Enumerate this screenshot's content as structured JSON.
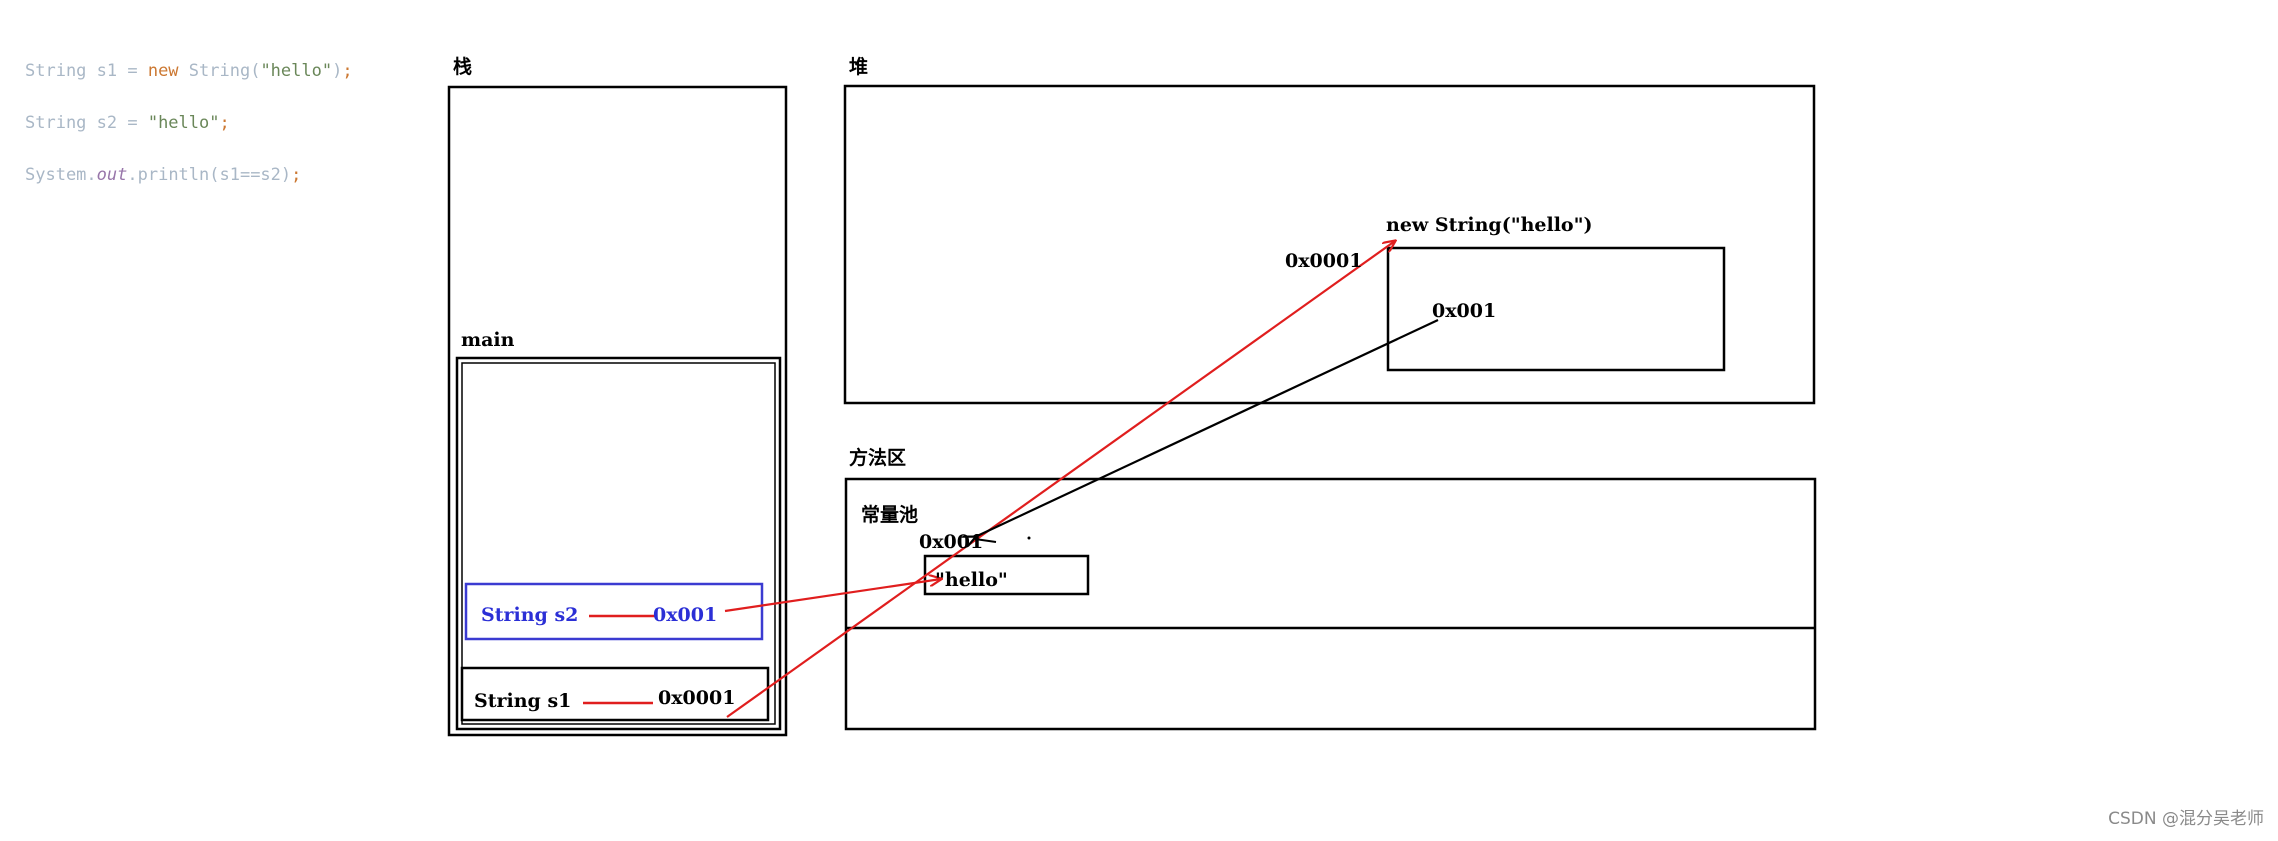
{
  "code_lines": [
    {
      "a": "String s1 = ",
      "b": "new",
      "c": " String(",
      "d": "\"hello\"",
      "e": ")",
      "f": ";"
    },
    {
      "a": "String s2 = ",
      "d": "\"hello\"",
      "f": ";"
    },
    {
      "a": "System.",
      "g": "out",
      "h": ".println(s1==s2)",
      "f": ";"
    }
  ],
  "labels": {
    "stack": "栈",
    "heap": "堆",
    "method_area": "方法区",
    "main_frame": "main",
    "constant_pool": "常量池",
    "heap_object": "new String(\"hello\")",
    "heap_object_addr": "0x0001",
    "heap_object_inner_ref": "0x001",
    "pool_addr": "0x001",
    "pool_value": "\"hello\"",
    "var_s2_name": "String s2",
    "var_s2_value": "0x001",
    "var_s1_name": "String s1",
    "var_s1_value": "0x0001"
  },
  "colors": {
    "reference_arrow": "#e01e1e",
    "inner_arrow": "#000000",
    "s2_box": "#3b3bd1"
  },
  "watermark": "CSDN @混分吴老师"
}
